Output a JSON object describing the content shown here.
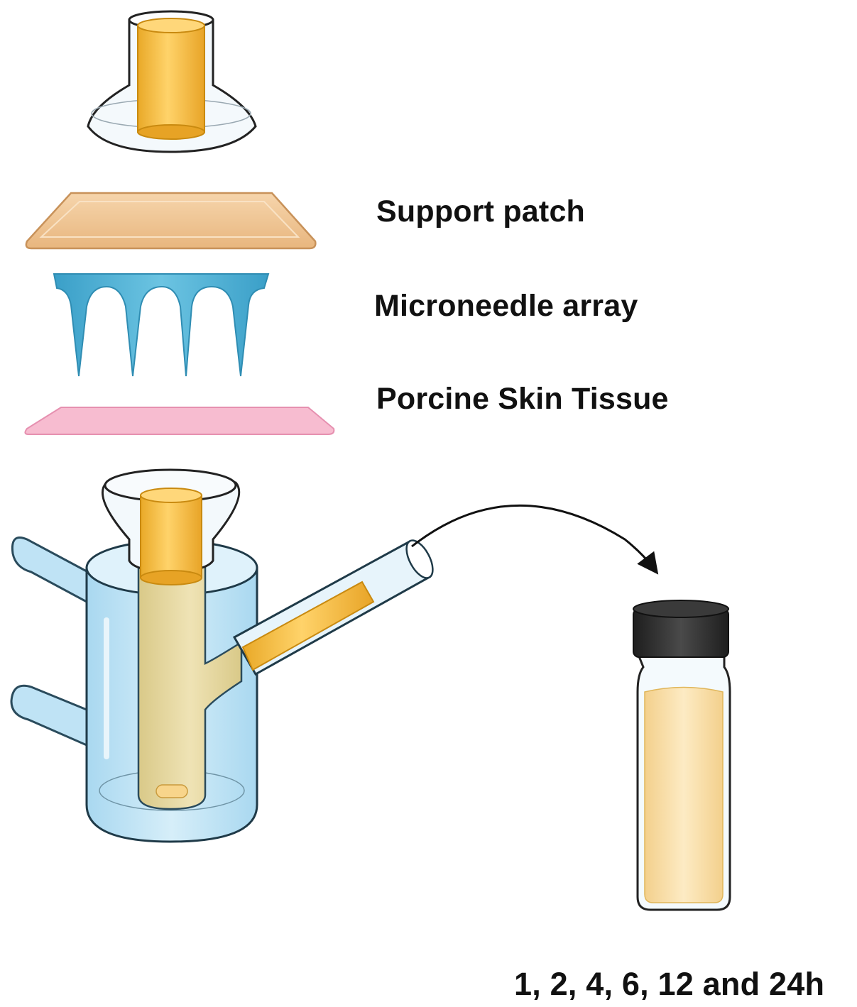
{
  "labels": {
    "support_patch": "Support patch",
    "microneedle_array": "Microneedle array",
    "porcine_skin": "Porcine Skin Tissue",
    "sampling_times": "1, 2, 4, 6, 12 and 24h"
  },
  "colors": {
    "donor_liquid": "#f3c14e",
    "support_patch": "#efc596",
    "microneedle": "#4fb2d6",
    "skin": "#f6b8cc",
    "water_jacket": "#bfe3f5",
    "receptor_liquid": "#e6d7a0",
    "vial_cap": "#2b2b2b",
    "vial_liquid": "#fbe3b0"
  }
}
